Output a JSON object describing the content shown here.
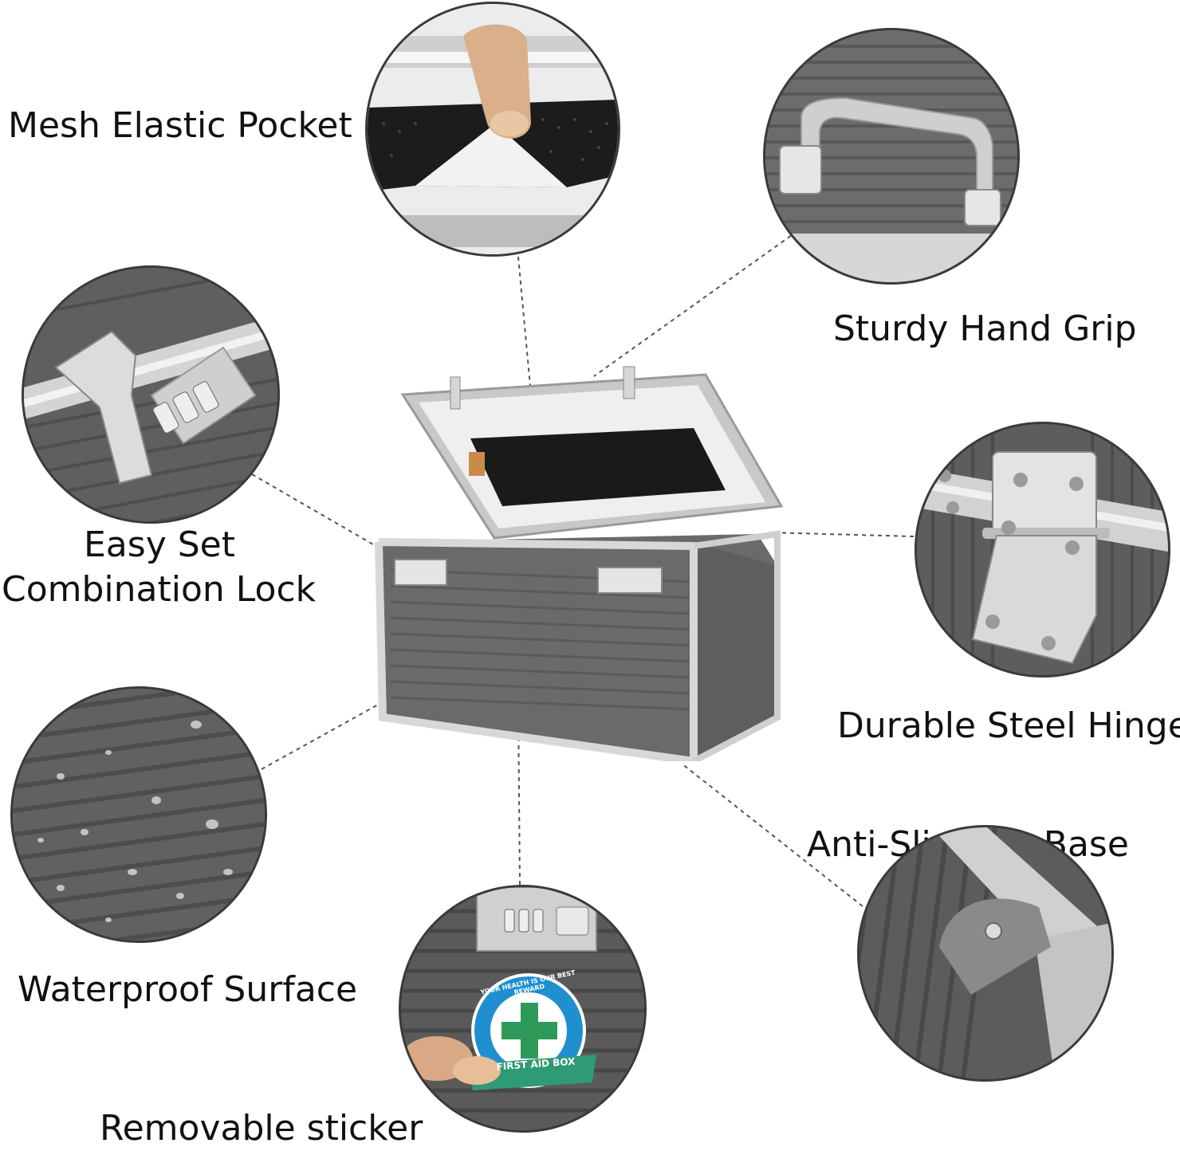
{
  "features": {
    "mesh_pocket": "Mesh Elastic Pocket",
    "hand_grip": "Sturdy Hand Grip",
    "lock_line1": "Easy Set",
    "lock_line2": "Combination Lock",
    "hinge": "Durable Steel Hinge",
    "waterproof": "Waterproof Surface",
    "sticker": "Removable sticker",
    "base": "Anti-Slippery Base"
  },
  "sticker_text": {
    "arc": "YOUR HEALTH IS OUR BEST REWARD",
    "ribbon": "FIRST AID BOX"
  },
  "colors": {
    "case_gray": "#6a6a6a",
    "aluminum": "#d9d9d9",
    "sticker_blue": "#1f8fd0",
    "cross_green": "#2e9a5a",
    "callout_line": "#555555"
  }
}
